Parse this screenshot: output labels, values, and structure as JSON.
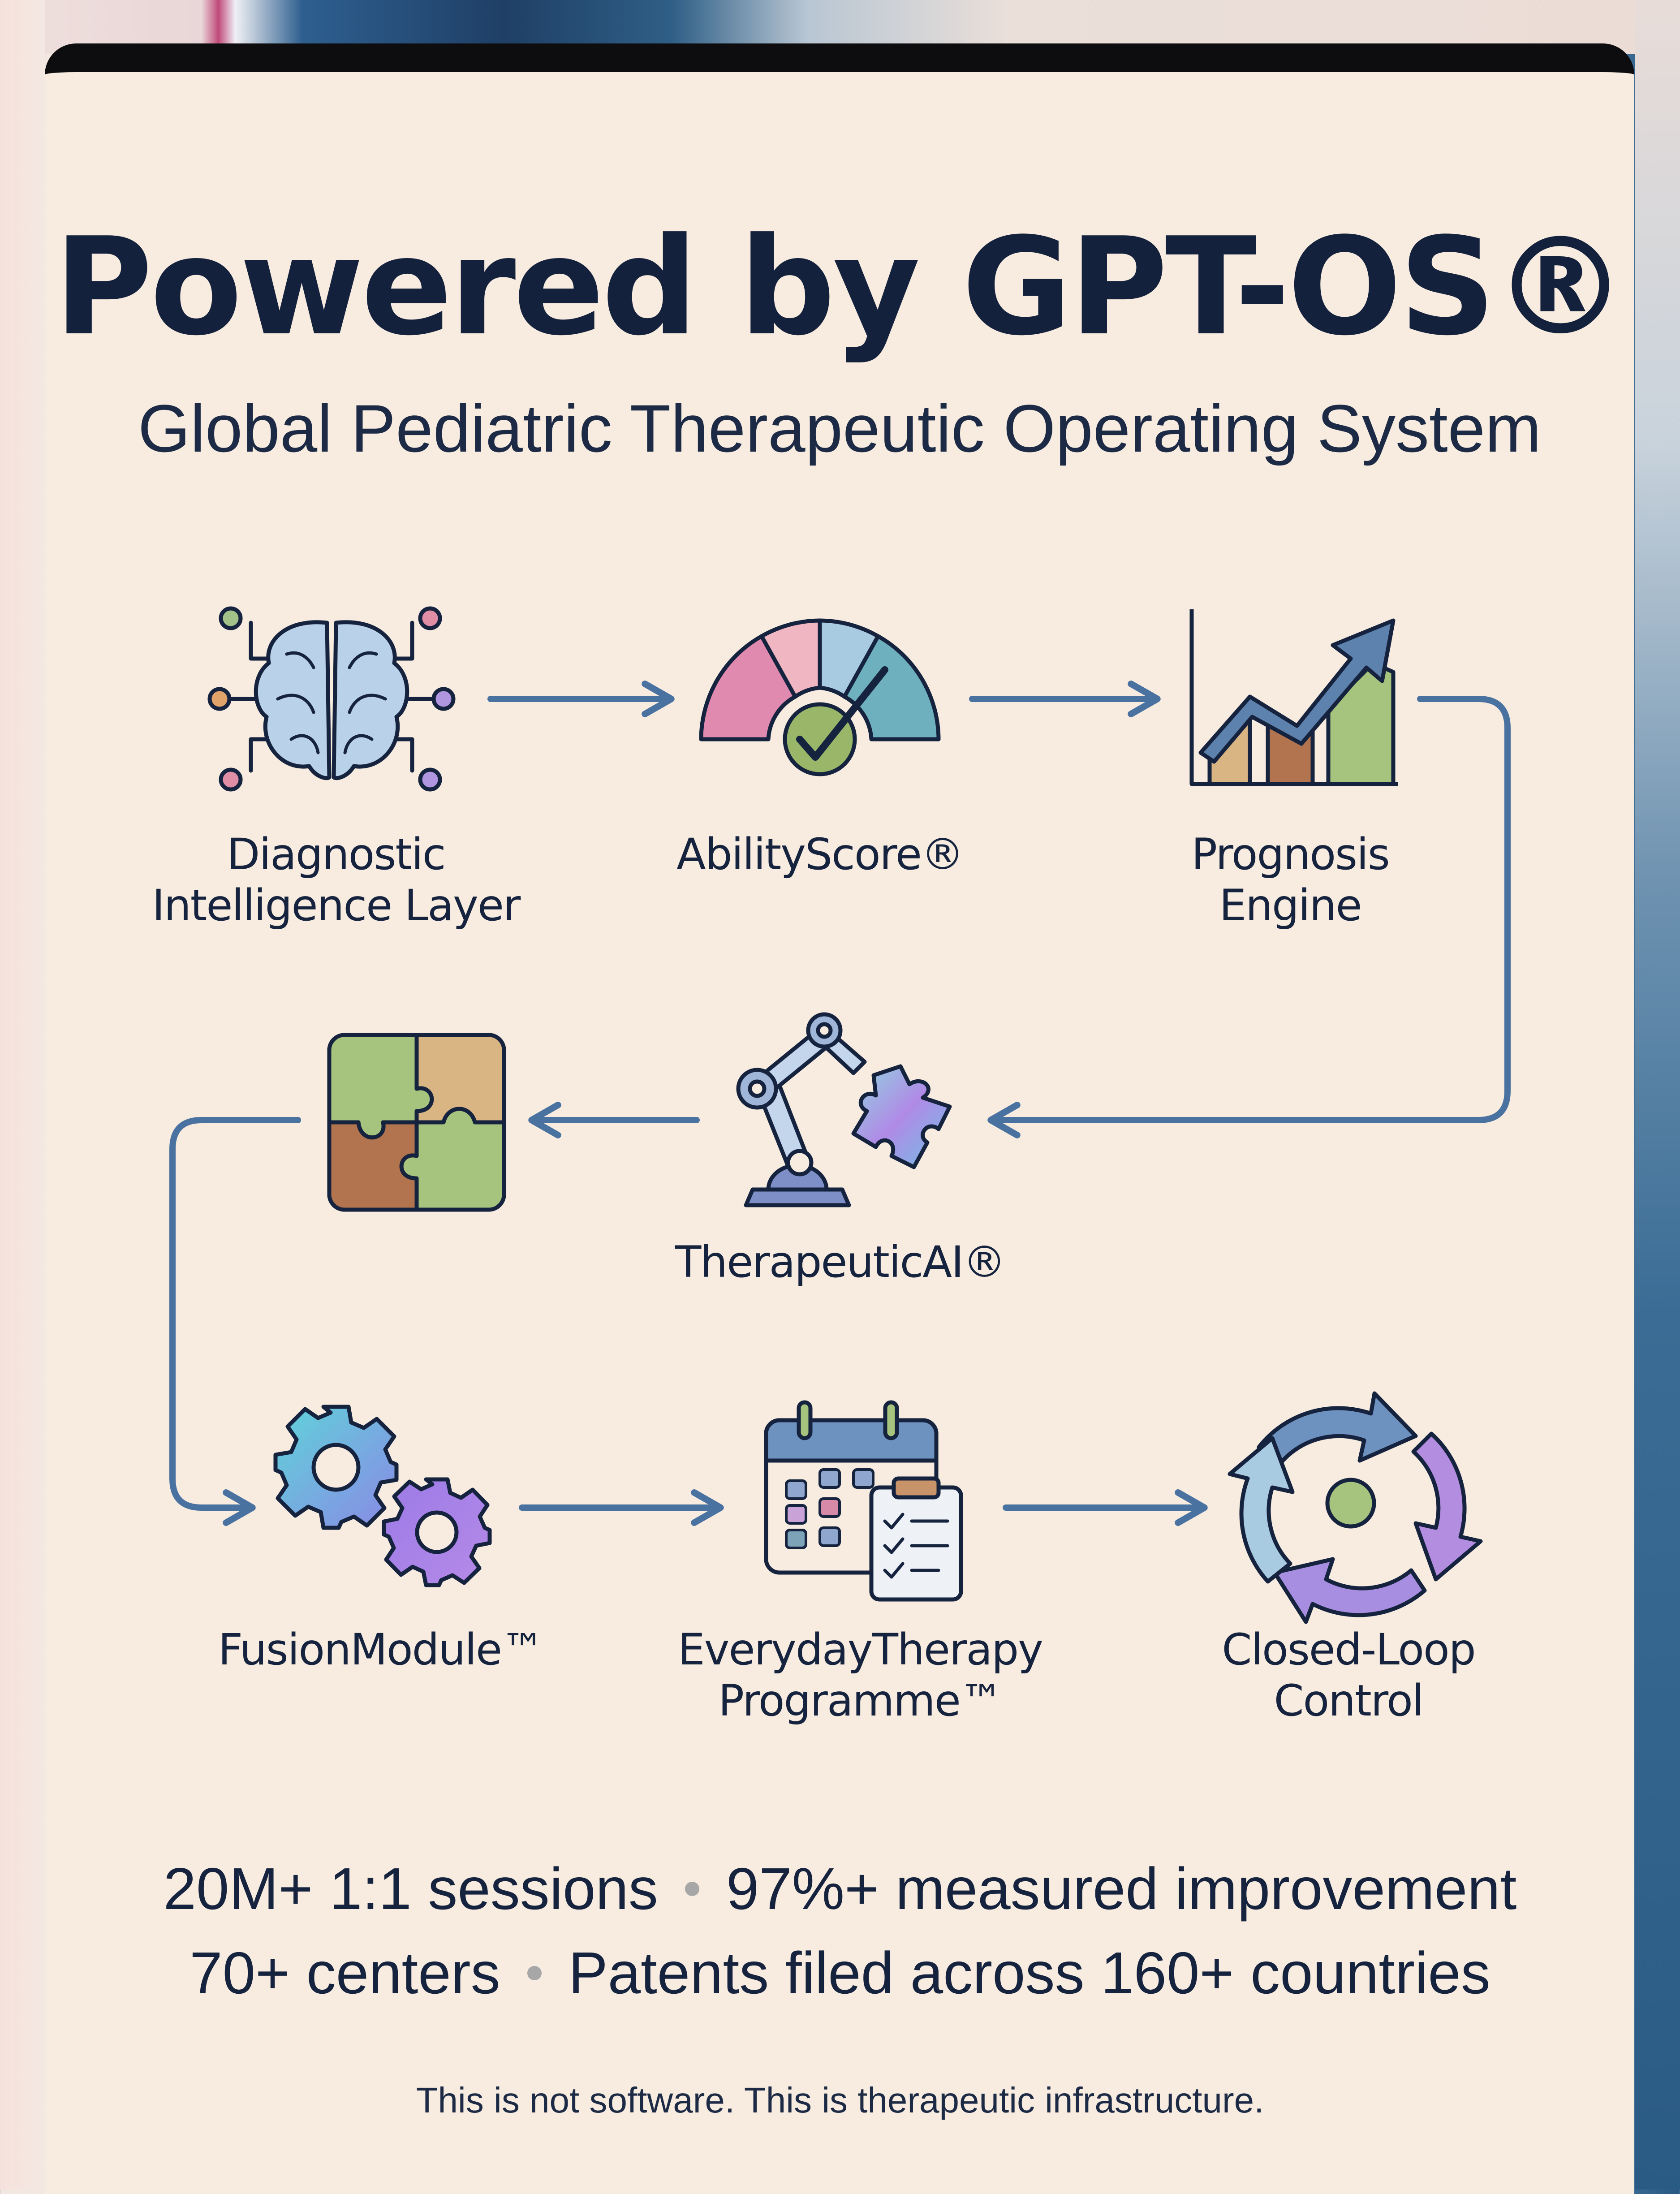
{
  "title": "Powered by GPT-OS®",
  "subtitle": "Global Pediatric Therapeutic Operating System",
  "nodes": {
    "diagnostic": {
      "line1": "Diagnostic",
      "line2": "Intelligence Layer"
    },
    "abilityscore": {
      "line1": "AbilityScore®"
    },
    "prognosis": {
      "line1": "Prognosis",
      "line2": "Engine"
    },
    "therapeuticai": {
      "line1": "TherapeuticAI®"
    },
    "fusion": {
      "line1": "FusionModule™"
    },
    "everyday": {
      "line1": "EverydayTherapy",
      "line2": "Programme™"
    },
    "closedloop": {
      "line1": "Closed-Loop",
      "line2": "Control"
    }
  },
  "stats": {
    "s1": "20M+ 1:1 sessions",
    "s2": "97%+ measured improvement",
    "s3": "70+ centers",
    "s4": "Patents filed across 160+ countries"
  },
  "footer": "This is not software. This is therapeutic infrastructure.",
  "colors": {
    "navy": "#14213d",
    "arrow": "#4a72a0",
    "background": "#f7ecdf"
  }
}
